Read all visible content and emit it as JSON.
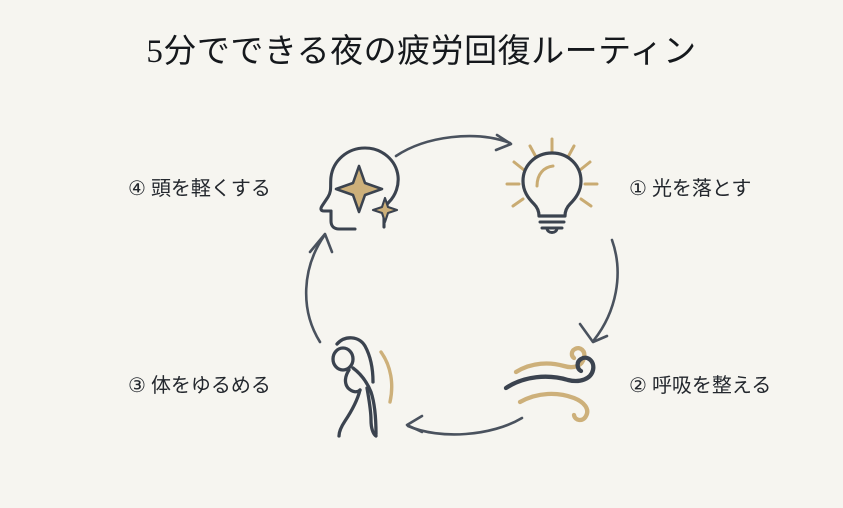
{
  "page": {
    "background_color": "#f6f5f0",
    "ink_color": "#3b434f",
    "accent_color": "#c9ab72",
    "title_color": "#15181c"
  },
  "title": "5分でできる夜の疲労回復ルーティン",
  "steps": [
    {
      "id": "step-1",
      "number": "①",
      "label": "光を落とす",
      "icon": "lightbulb-icon",
      "position": "top-right"
    },
    {
      "id": "step-2",
      "number": "②",
      "label": "呼吸を整える",
      "icon": "wind-breath-icon",
      "position": "bottom-right"
    },
    {
      "id": "step-3",
      "number": "③",
      "label": "体をゆるめる",
      "icon": "stretching-person-icon",
      "position": "bottom-left"
    },
    {
      "id": "step-4",
      "number": "④",
      "label": "頭を軽くする",
      "icon": "head-sparkle-icon",
      "position": "top-left"
    }
  ],
  "arrows": [
    {
      "id": "arrow-top",
      "direction": "right",
      "from": "step-4",
      "to": "step-1"
    },
    {
      "id": "arrow-right",
      "direction": "down",
      "from": "step-1",
      "to": "step-2"
    },
    {
      "id": "arrow-bottom",
      "direction": "left",
      "from": "step-2",
      "to": "step-3"
    },
    {
      "id": "arrow-left",
      "direction": "up",
      "from": "step-3",
      "to": "step-4"
    }
  ]
}
